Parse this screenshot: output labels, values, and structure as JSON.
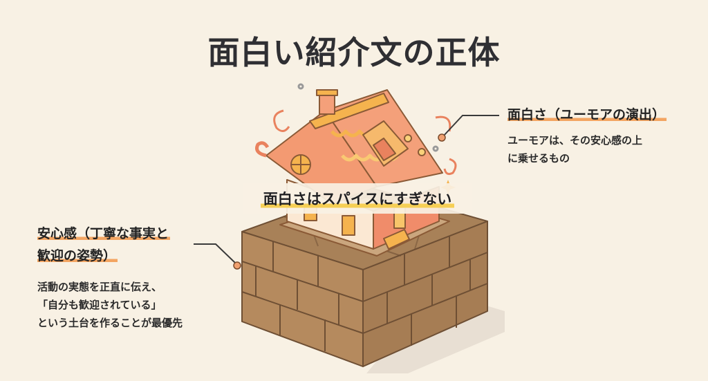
{
  "title": "面白い紹介文の正体",
  "center_caption": "面白さはスパイスにすぎない",
  "callouts": {
    "humor": {
      "heading": "面白さ（ユーモアの演出）",
      "body_lines": [
        "ユーモアは、その安心感の上",
        "に乗せるもの"
      ]
    },
    "trust": {
      "heading_lines": [
        "安心感（丁寧な事実と",
        "歓迎の姿勢）"
      ],
      "body_lines": [
        "活動の実態を正直に伝え、",
        "「自分も歓迎されている」",
        "という土台を作ることが最優先"
      ]
    }
  },
  "illustration": {
    "top_element": "decorated-house",
    "base_element": "brick-foundation"
  },
  "colors": {
    "background": "#f8f1e4",
    "heading_highlight": "#f3a562",
    "caption_highlight": "#f6cf55",
    "brick": "#b58a5e",
    "roof": "#ef8e6a",
    "trim": "#f5b34e",
    "connector": "#3a3a3a",
    "connector_dot": "#f0a070"
  }
}
